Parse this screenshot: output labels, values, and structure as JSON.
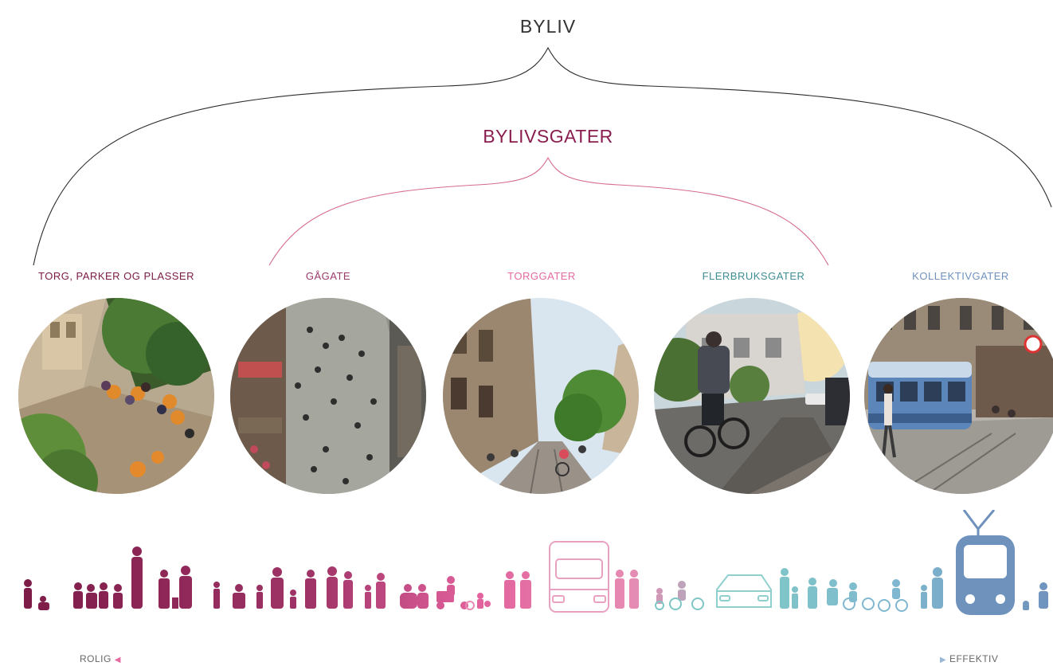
{
  "top_title": "BYLIV",
  "sub_title": "BYLIVSGATER",
  "categories": [
    {
      "label": "TORG, PARKER OG PLASSER",
      "color": "#7b1a45"
    },
    {
      "label": "GÅGATE",
      "color": "#9c3a6a"
    },
    {
      "label": "TORGGATER",
      "color": "#e56aa0"
    },
    {
      "label": "FLERBRUKSGATER",
      "color": "#3f8e95"
    },
    {
      "label": "KOLLEKTIVGATER",
      "color": "#6f92bd"
    }
  ],
  "legend": {
    "left": "ROLIG",
    "left_arrow": "◀",
    "right": "EFFEKTIV",
    "right_arrow": "▶"
  }
}
